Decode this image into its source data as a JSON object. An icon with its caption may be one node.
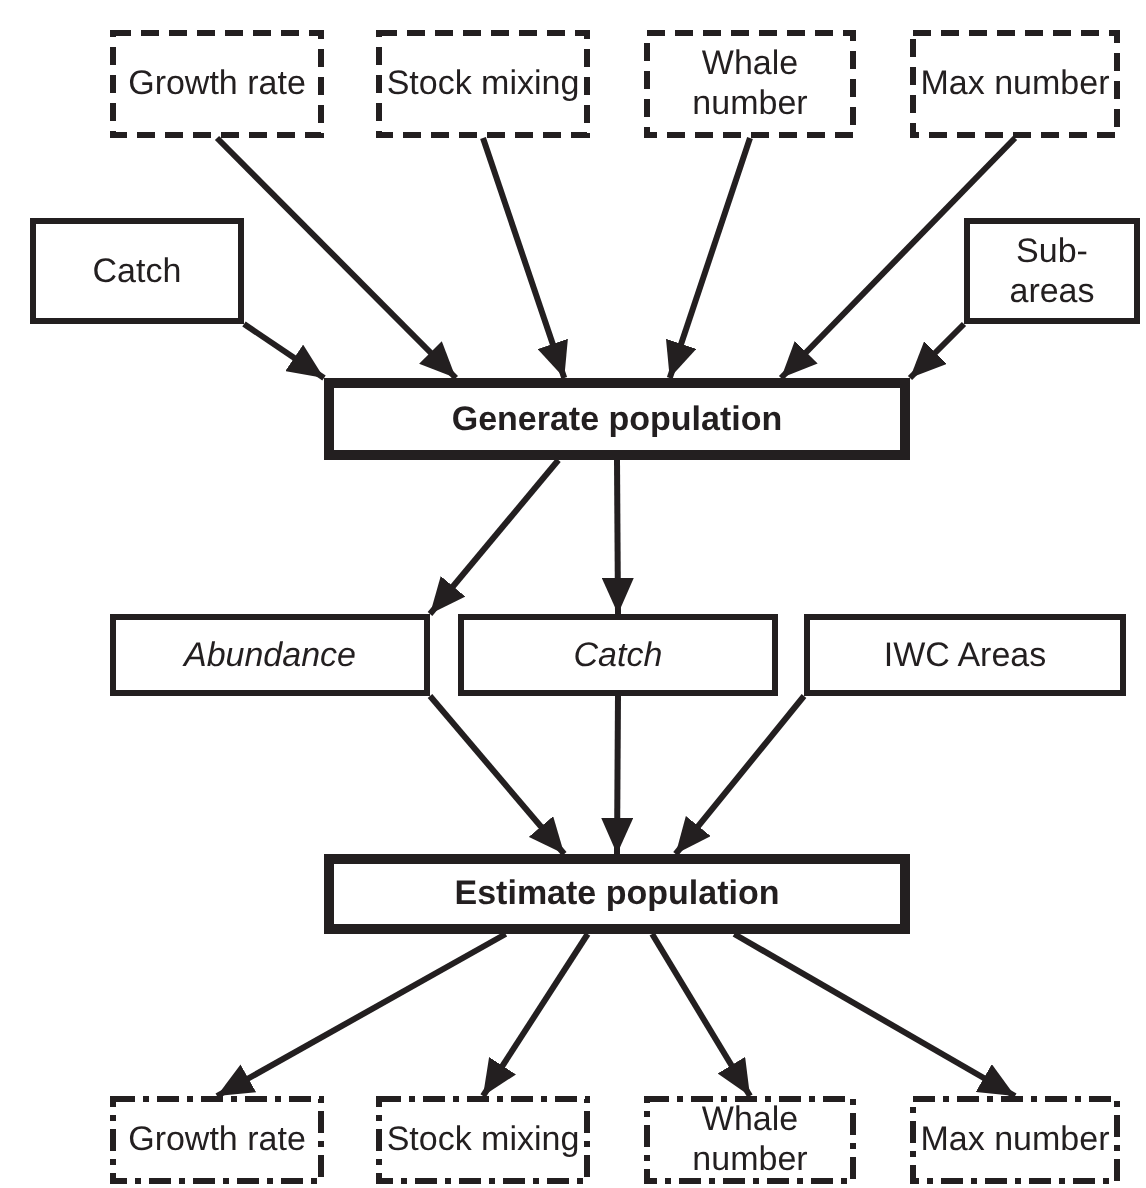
{
  "diagram": {
    "nodes": [
      {
        "text": [
          "Growth rate"
        ]
      },
      {
        "text": [
          "Stock mixing"
        ]
      },
      {
        "text": [
          "Whale number"
        ]
      },
      {
        "text": [
          "Max number"
        ]
      },
      {
        "text": [
          "Catch"
        ]
      },
      {
        "text": [
          "Sub-areas"
        ]
      },
      {
        "text": [
          "Generate population"
        ]
      },
      {
        "text": [
          "Abundance"
        ]
      },
      {
        "text": [
          "Catch"
        ]
      },
      {
        "text": [
          "IWC Areas"
        ]
      },
      {
        "text": [
          "Estimate population"
        ]
      },
      {
        "text": [
          "Growth rate"
        ]
      },
      {
        "text": [
          "Stock mixing"
        ]
      },
      {
        "text": [
          "Whale number"
        ]
      },
      {
        "text": [
          "Max number"
        ]
      }
    ],
    "edges": [
      {
        "from": 0,
        "to": 6,
        "arrow": "to"
      },
      {
        "from": 1,
        "to": 6,
        "arrow": "to"
      },
      {
        "from": 2,
        "to": 6,
        "arrow": "to"
      },
      {
        "from": 3,
        "to": 6,
        "arrow": "to"
      },
      {
        "from": 4,
        "to": 6,
        "arrow": "to"
      },
      {
        "from": 5,
        "to": 6,
        "arrow": "to"
      },
      {
        "from": 6,
        "to": 7,
        "arrow": "to"
      },
      {
        "from": 6,
        "to": 8,
        "arrow": "to"
      },
      {
        "from": 7,
        "to": 10,
        "arrow": "to"
      },
      {
        "from": 8,
        "to": 10,
        "arrow": "to"
      },
      {
        "from": 9,
        "to": 10,
        "arrow": "to"
      },
      {
        "from": 10,
        "to": 11,
        "arrow": "to"
      },
      {
        "from": 10,
        "to": 12,
        "arrow": "to"
      },
      {
        "from": 10,
        "to": 13,
        "arrow": "to"
      },
      {
        "from": 10,
        "to": 14,
        "arrow": "to"
      }
    ]
  }
}
